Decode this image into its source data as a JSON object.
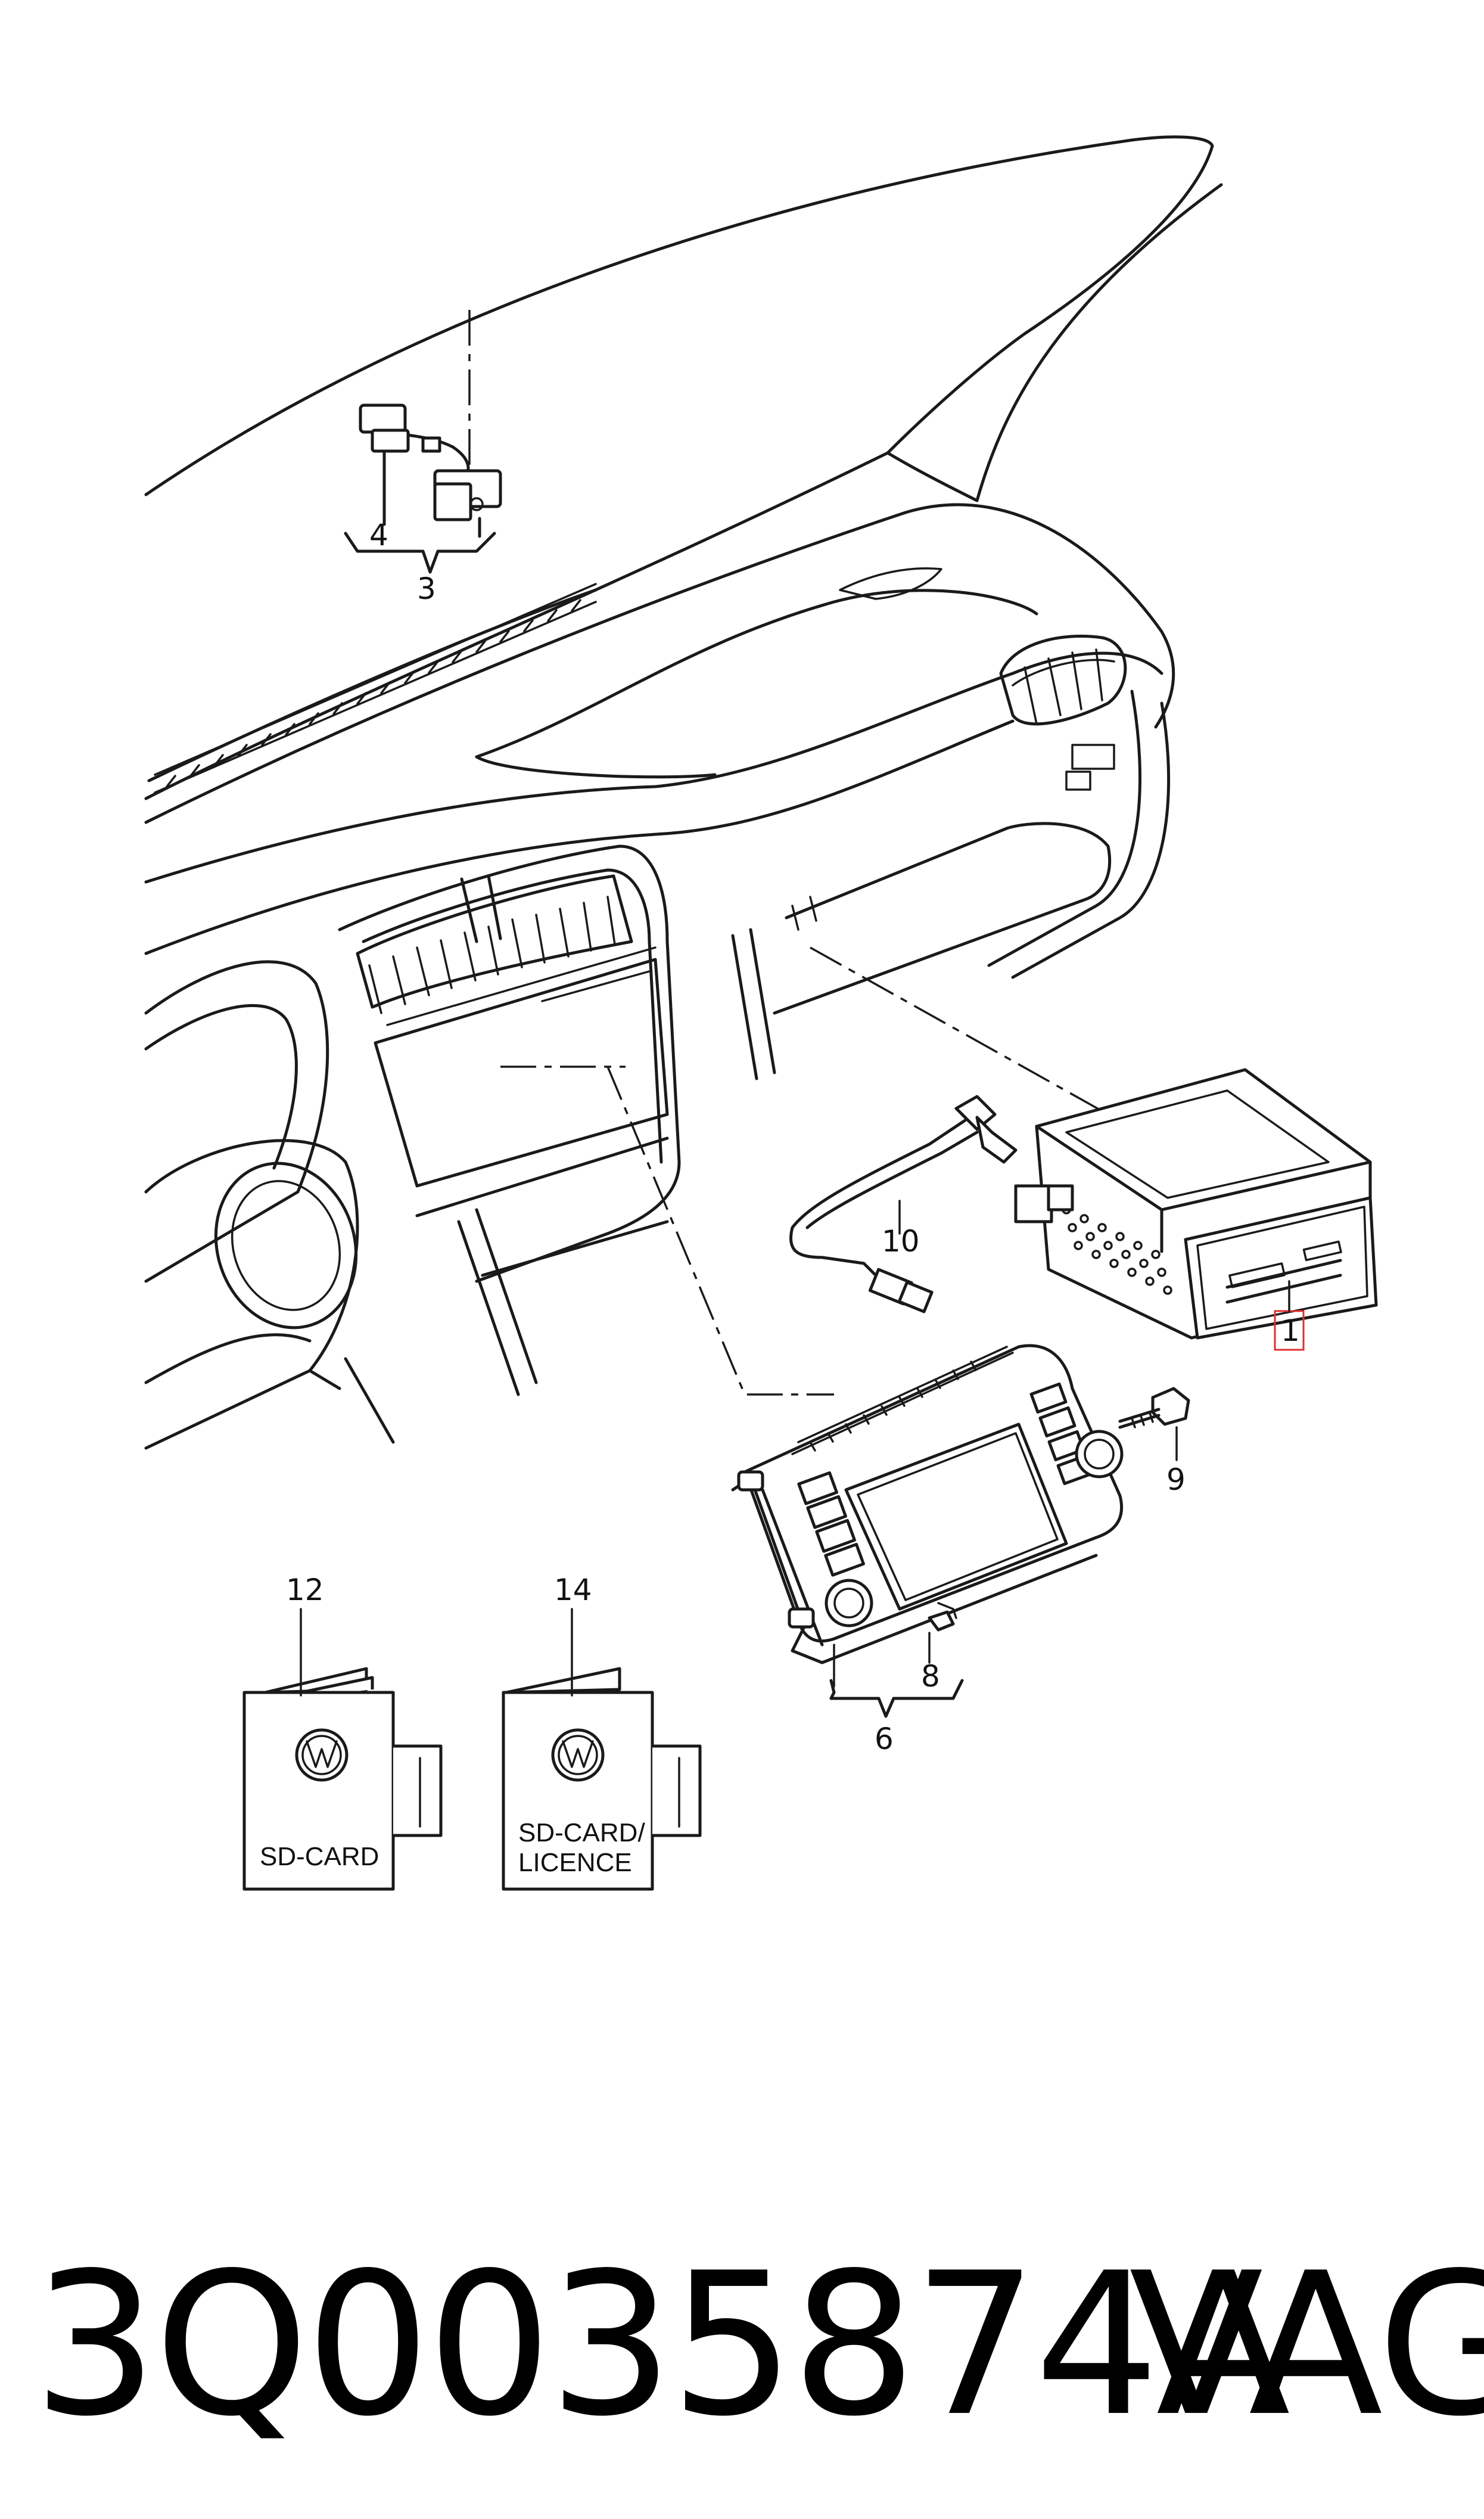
{
  "diagram": {
    "callouts": {
      "c1": "1",
      "c3": "3",
      "c4": "4",
      "c6": "6",
      "c8": "8",
      "c9": "9",
      "c10": "10",
      "c12": "12",
      "c14": "14"
    },
    "booklets": {
      "left_text": "SD-CARD",
      "right_line1": "SD-CARD/",
      "right_line2": "LICENCE"
    },
    "highlight_color": "#e03030"
  },
  "footer": {
    "part_number": "3Q0035874A",
    "brand": "VAG"
  }
}
